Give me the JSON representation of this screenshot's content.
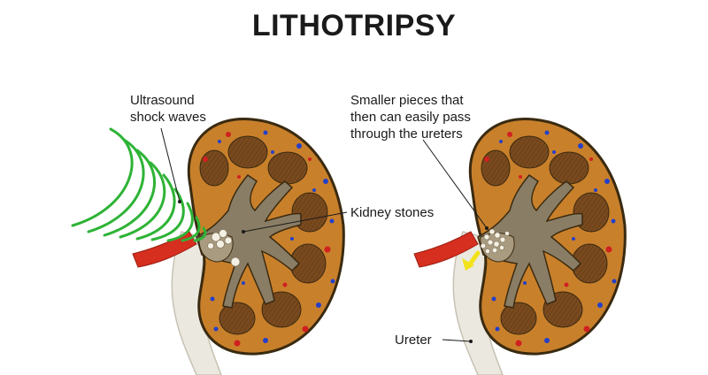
{
  "title": "LITHOTRIPSY",
  "labels": {
    "ultrasound": "Ultrasound\nshock waves",
    "smaller_pieces": "Smaller pieces that\nthen can easily pass\nthrough the ureters",
    "kidney_stones": "Kidney stones",
    "ureter": "Ureter"
  },
  "colors": {
    "cortex": "#c9802b",
    "cortex_edge": "#3a2a10",
    "pyramid": "#7a4a1f",
    "pelvis": "#8a7d65",
    "ureter": "#ebe8e0",
    "artery": "#d62e1f",
    "vessel_blue": "#2440c8",
    "vessel_red": "#d02020",
    "shock_wave": "#2eb336",
    "arrow": "#f2e21a",
    "stone": "#f4f0e4"
  },
  "icons": [
    "kidney-left",
    "kidney-right",
    "shock-wave-arcs",
    "pointer-arrow"
  ]
}
